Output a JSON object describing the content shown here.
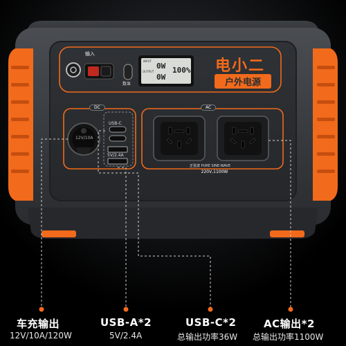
{
  "device": {
    "brand_title": "电小二",
    "brand_subtitle": "户外电源",
    "input_label": "输入",
    "button_label": "数显",
    "display": {
      "input_label": "INPUT",
      "output_label": "OUTPUT",
      "input_value": "0W",
      "output_value": "0W",
      "battery": "100%"
    },
    "dc_label": "DC",
    "ac_label": "AC",
    "usb_c_label": "USB-C",
    "usb_a_rating": "5V/2.4A",
    "car_port_rating": "12V/10A",
    "pure_sine_label": "正弦波 PURE SINE-WAVE",
    "ac_rating": "220V,1100W"
  },
  "callouts": [
    {
      "title": "车充输出",
      "subtitle": "12V/10A/120W"
    },
    {
      "title": "USB-A*2",
      "subtitle": "5V/2.4A"
    },
    {
      "title": "USB-C*2",
      "subtitle": "总输出功率36W"
    },
    {
      "title": "AC输出*2",
      "subtitle": "总输出功率1100W"
    }
  ],
  "colors": {
    "accent": "#f26a1b",
    "body": "#3c3f43",
    "panel": "#2b2e31",
    "lcd": "#d9dcd6"
  }
}
